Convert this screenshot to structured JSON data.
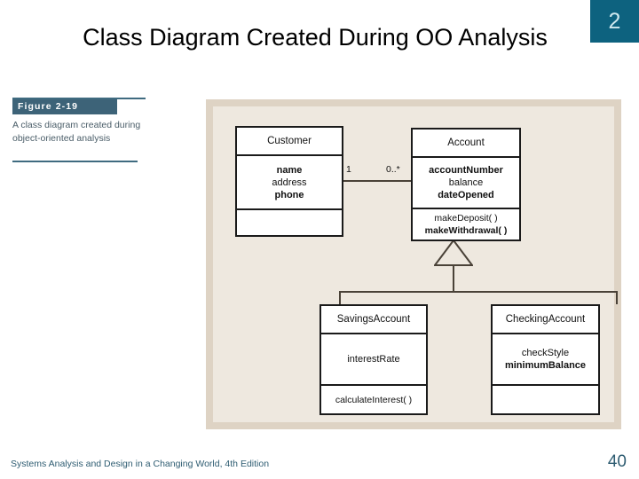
{
  "slide": {
    "title": "Class Diagram Created During OO Analysis",
    "chapter_badge": "2",
    "badge_color": "#0d627f",
    "footer": "Systems Analysis and Design in a Changing World, 4th Edition",
    "page_number": "40"
  },
  "figure": {
    "number_label": "Figure 2-19",
    "description": "A class diagram created during object-oriented analysis",
    "label_bg": "#3d6378",
    "rule_color": "#3f6b80",
    "panel_bg": "#ded3c4",
    "panel_inner_bg": "#eee8df"
  },
  "diagram": {
    "type": "uml-class-diagram",
    "classes": [
      {
        "id": "customer",
        "name": "Customer",
        "attributes": [
          "name",
          "address",
          "phone"
        ],
        "operations": []
      },
      {
        "id": "account",
        "name": "Account",
        "attributes": [
          "accountNumber",
          "balance",
          "dateOpened"
        ],
        "operations": [
          "makeDeposit( )",
          "makeWithdrawal( )"
        ]
      },
      {
        "id": "savings-account",
        "name": "SavingsAccount",
        "attributes": [
          "interestRate"
        ],
        "operations": [
          "calculateInterest( )"
        ]
      },
      {
        "id": "checking-account",
        "name": "CheckingAccount",
        "attributes": [
          "checkStyle",
          "minimumBalance"
        ],
        "operations": []
      }
    ],
    "associations": [
      {
        "from": "customer",
        "to": "account",
        "from_multiplicity": "1",
        "to_multiplicity": "0..*"
      }
    ],
    "generalizations": [
      {
        "parent": "account",
        "child": "savings-account"
      },
      {
        "parent": "account",
        "child": "checking-account"
      }
    ]
  }
}
